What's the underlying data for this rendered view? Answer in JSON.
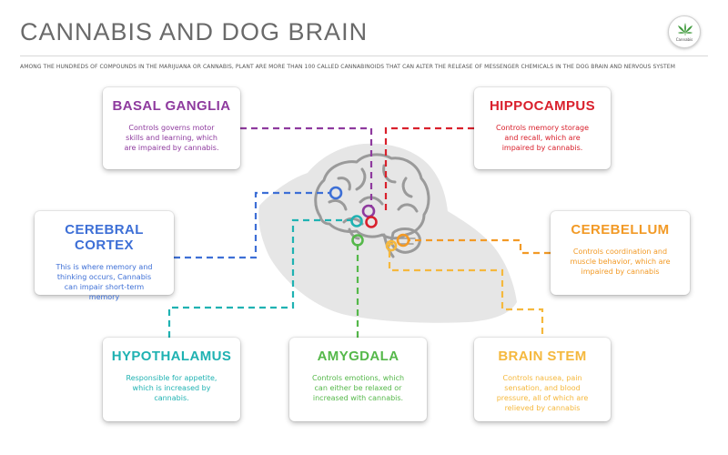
{
  "header": {
    "title": "CANNABIS AND DOG BRAIN",
    "subtitle": "AMONG THE HUNDREDS OF COMPOUNDS IN THE MARIJUANA OR CANNABIS, PLANT ARE MORE THAN 100 CALLED CANNABINOIDS THAT CAN ALTER THE RELEASE OF MESSENGER CHEMICALS IN THE DOG BRAIN AND NERVOUS SYSTEM",
    "logo_text": "Cannabis"
  },
  "regions": {
    "basal": {
      "title": "BASAL GANGLIA",
      "text": "Controls governs motor skills and learning, which are impaired by cannabis.",
      "color": "#8e3a9e"
    },
    "hippo": {
      "title": "HIPPOCAMPUS",
      "text": "Controls memory storage and recall, which are impaired by cannabis.",
      "color": "#d9202c"
    },
    "cortex": {
      "title": "CEREBRAL CORTEX",
      "text": "This is where memory and thinking occurs, Cannabis can impair short-term memory",
      "color": "#3d6fd6"
    },
    "cereb": {
      "title": "CEREBELLUM",
      "text": "Controls coordination and muscle behavior, which are impaired by cannabis",
      "color": "#f29a26"
    },
    "hypo": {
      "title": "HYPOTHALAMUS",
      "text": "Responsible for appetite, which is increased by cannabis.",
      "color": "#1fb2b2"
    },
    "amyg": {
      "title": "AMYGDALA",
      "text": "Controls emotions, which can either be relaxed or increased with cannabis.",
      "color": "#55b84a"
    },
    "stem": {
      "title": "BRAIN STEM",
      "text": "Controls nausea, pain sensation, and blood pressure, all of which are relieved by cannabis",
      "color": "#f5b83d"
    }
  }
}
